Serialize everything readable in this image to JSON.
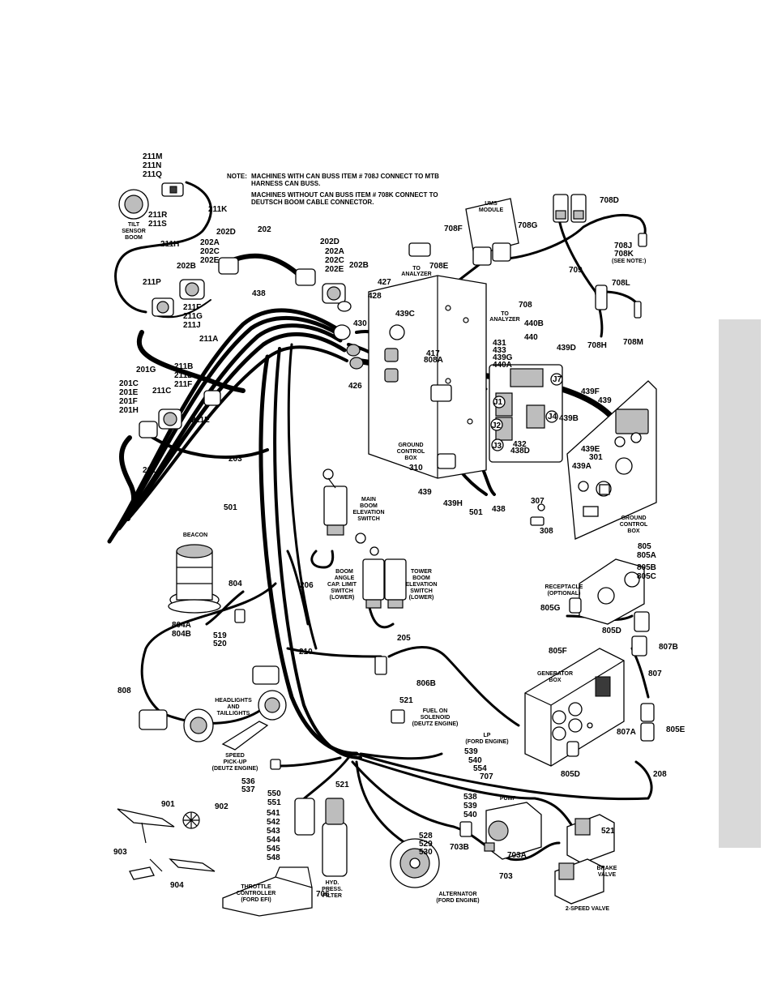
{
  "note": {
    "prefix": "NOTE:",
    "line1": "MACHINES WITH CAN BUSS ITEM # 708J CONNECT TO MTB",
    "line2": "HARNESS CAN BUSS.",
    "line3": "MACHINES WITHOUT CAN BUSS ITEM # 708K CONNECT TO",
    "line4": "DEUTSCH BOOM CABLE CONNECTOR."
  },
  "components": {
    "tilt_sensor_1": "TILT",
    "tilt_sensor_2": "SENSOR",
    "tilt_sensor_3": "BOOM",
    "ums_1": "UMS",
    "ums_2": "MODULE",
    "to_analyzer_a1": "TO",
    "to_analyzer_a2": "ANALYZER",
    "to_analyzer_b1": "TO",
    "to_analyzer_b2": "ANALYZER",
    "see_note": "(SEE NOTE:)",
    "ground_box_a1": "GROUND",
    "ground_box_a2": "CONTROL",
    "ground_box_a3": "BOX",
    "ground_box_b1": "GROUND",
    "ground_box_b2": "CONTROL",
    "ground_box_b3": "BOX",
    "main_boom_1": "MAIN",
    "main_boom_2": "BOOM",
    "main_boom_3": "ELEVATION",
    "main_boom_4": "SWITCH",
    "beacon": "BEACON",
    "boom_angle_1": "BOOM",
    "boom_angle_2": "ANGLE",
    "boom_angle_3": "CAP. LIMIT",
    "boom_angle_4": "SWITCH",
    "boom_angle_5": "(LOWER)",
    "tower_boom_1": "TOWER",
    "tower_boom_2": "BOOM",
    "tower_boom_3": "ELEVATION",
    "tower_boom_4": "SWITCH",
    "tower_boom_5": "(LOWER)",
    "receptacle_1": "RECEPTACLE",
    "receptacle_2": "(OPTIONAL)",
    "generator_1": "GENERATOR",
    "generator_2": "BOX",
    "lights_1": "HEADLIGHTS",
    "lights_2": "AND",
    "lights_3": "TAILLIGHTS",
    "fuel_1": "FUEL ON",
    "fuel_2": "SOLENOID",
    "fuel_3": "(DEUTZ ENGINE)",
    "lp_1": "LP",
    "lp_2": "(FORD ENGINE)",
    "speed_1": "SPEED",
    "speed_2": "PICK-UP",
    "speed_3": "(DEUTZ ENGINE)",
    "pump": "PUMP",
    "hyd_1": "HYD.",
    "hyd_2": "PRESS.",
    "hyd_3": "FILTER",
    "throttle_1": "THROTTLE",
    "throttle_2": "CONTROLLER",
    "throttle_3": "(FORD EFI)",
    "alt_1": "ALTERNATOR",
    "alt_2": "(FORD ENGINE)",
    "brake_1": "BRAKE",
    "brake_2": "VALVE",
    "speed_valve": "2-SPEED VALVE"
  },
  "callouts": {
    "c211M": "211M",
    "c211N": "211N",
    "c211Q": "211Q",
    "c211R": "211R",
    "c211S": "211S",
    "c211K": "211K",
    "c202D": "202D",
    "c202": "202",
    "c202A": "202A",
    "c202C": "202C",
    "c202E": "202E",
    "c202B": "202B",
    "c211H": "211H",
    "c211P": "211P",
    "c211F": "211F",
    "c211G": "211G",
    "c211J": "211J",
    "c438": "438",
    "c202Db": "202D",
    "c202Ab": "202A",
    "c202Cb": "202C",
    "c202Eb": "202E",
    "c202Bb": "202B",
    "c427": "427",
    "c428": "428",
    "c430": "430",
    "c426": "426",
    "c439C": "439C",
    "c708F": "708F",
    "c708G": "708G",
    "c708E": "708E",
    "c708D": "708D",
    "c708J": "708J",
    "c708K": "708K",
    "c709": "709",
    "c708L": "708L",
    "c708": "708",
    "c440B": "440B",
    "c440": "440",
    "c708H": "708H",
    "c708M": "708M",
    "c211A": "211A",
    "c201G": "201G",
    "c211B": "211B",
    "c211D": "211D",
    "c211Fb": "211F",
    "c201C": "201C",
    "c201E": "201E",
    "c201F": "201F",
    "c201H": "201H",
    "c211C": "211C",
    "c211E": "211E",
    "c417": "417",
    "c808A": "808A",
    "c431": "431",
    "c433": "433",
    "c439G": "439G",
    "c440A": "440A",
    "c439D": "439D",
    "cJ7": "J7",
    "c439F": "439F",
    "c439": "439",
    "cJ1": "J1",
    "cJ2": "J2",
    "cJ3": "J3",
    "cJ4": "J4",
    "c439B": "439B",
    "c432": "432",
    "c438D": "438D",
    "c439E": "439E",
    "c301": "301",
    "c439A": "439A",
    "c203": "203",
    "c201": "201",
    "c310": "310",
    "c439b2": "439",
    "c439H": "439H",
    "c501b": "501",
    "c438b": "438",
    "c307": "307",
    "c308": "308",
    "c501": "501",
    "c206": "206",
    "c804": "804",
    "c804A": "804A",
    "c804B": "804B",
    "c519": "519",
    "c520": "520",
    "c210": "210",
    "c205": "205",
    "c805": "805",
    "c805A": "805A",
    "c805B": "805B",
    "c805C": "805C",
    "c805G": "805G",
    "c805D": "805D",
    "c805F": "805F",
    "c807B": "807B",
    "c807": "807",
    "c807A": "807A",
    "c805E": "805E",
    "c805Db": "805D",
    "c208": "208",
    "c808": "808",
    "c806B": "806B",
    "c521": "521",
    "c539": "539",
    "c540": "540",
    "c554": "554",
    "c707": "707",
    "c536": "536",
    "c537": "537",
    "c550": "550",
    "c551": "551",
    "c541": "541",
    "c542": "542",
    "c543": "543",
    "c544": "544",
    "c545": "545",
    "c548": "548",
    "c521b": "521",
    "c538": "538",
    "c539b": "539",
    "c540b": "540",
    "c528": "528",
    "c529": "529",
    "c530": "530",
    "c703B": "703B",
    "c703A": "703A",
    "c703": "703",
    "c521c": "521",
    "c706": "706",
    "c901": "901",
    "c902": "902",
    "c903": "903",
    "c904": "904"
  }
}
